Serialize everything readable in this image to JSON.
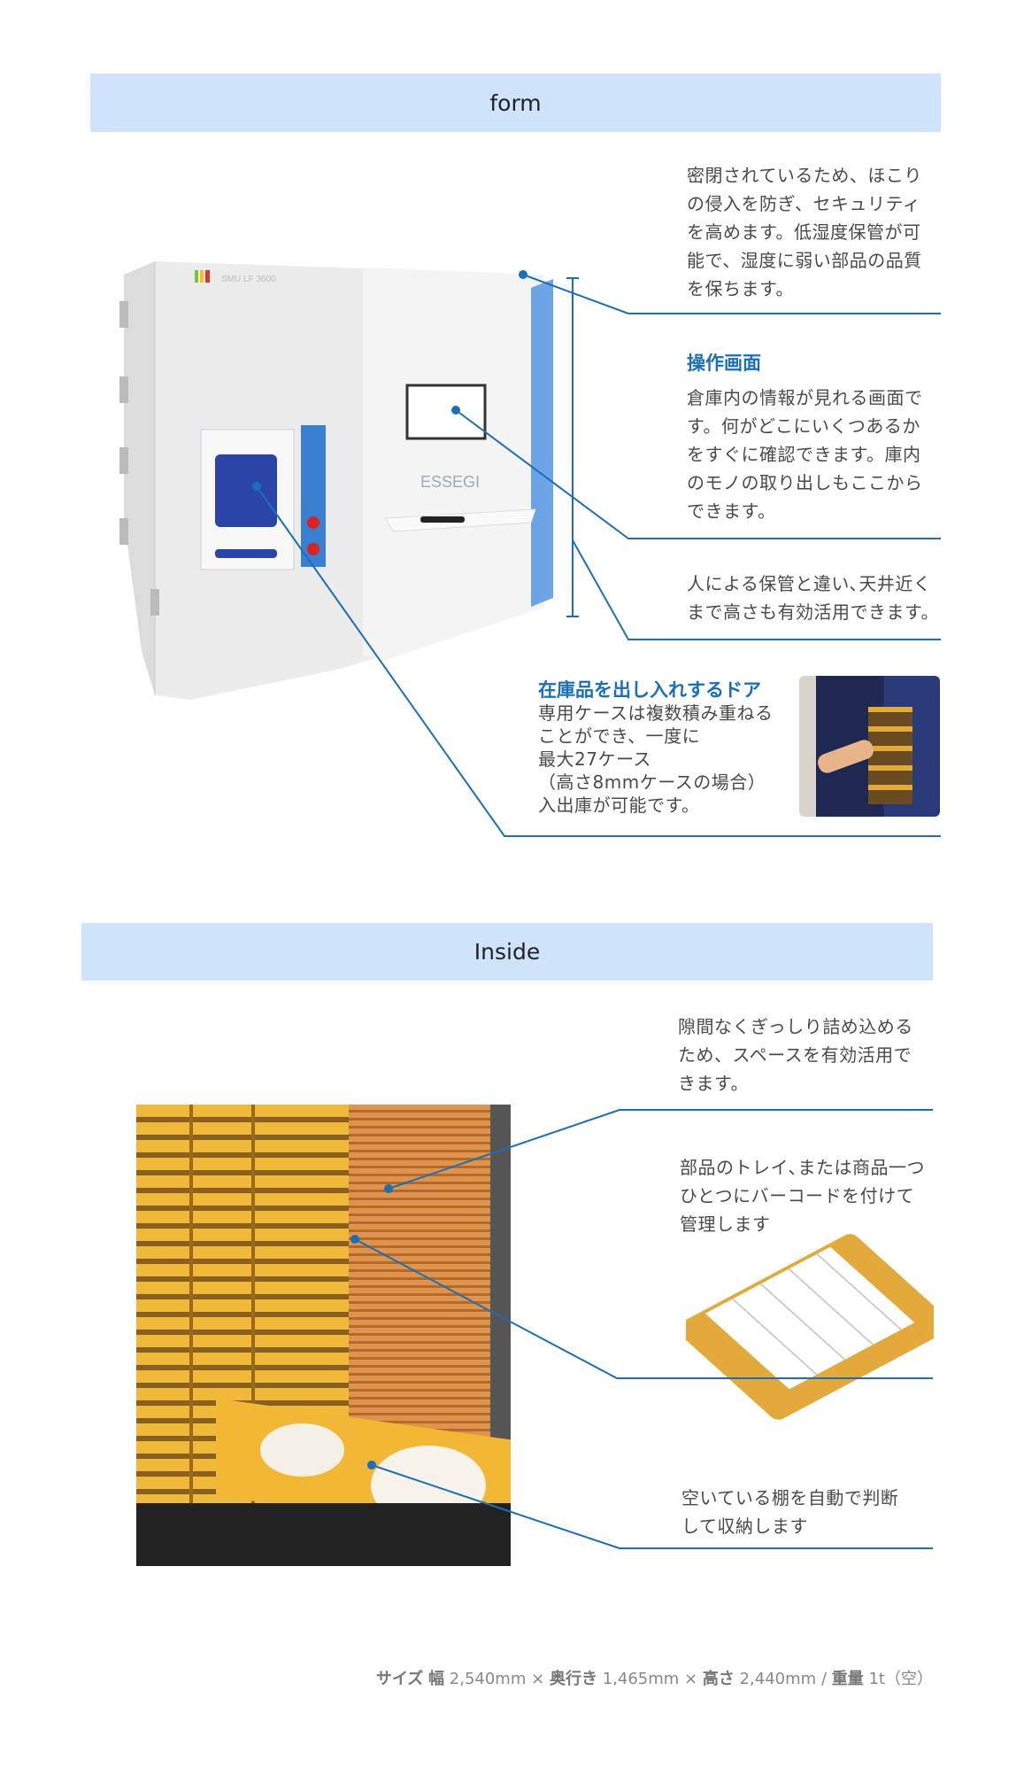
{
  "form_section": {
    "title": "form",
    "sealed_text": [
      "密閉されているため、ほこり",
      "の侵入を防ぎ、セキュリティ",
      "を高めます。低湿度保管が可",
      "能で、湿度に弱い部品の品質",
      "を保ちます。"
    ],
    "screen_heading": "操作画面",
    "screen_text": [
      "倉庫内の情報が見れる画面で",
      "す。何がどこにいくつあるか",
      "をすぐに確認できます。庫内",
      "のモノの取り出しもここから",
      "できます。"
    ],
    "height_text": [
      "人による保管と違い､天井近く",
      "まで高さも有効活用できます。"
    ],
    "door_heading": "在庫品を出し入れするドア",
    "door_text": [
      "専用ケースは複数積み重ねる",
      "ことができ、一度に",
      "最大27ケース",
      "（高さ8mmケースの場合）",
      "入出庫が可能です。"
    ],
    "machine_brand": "ESSEGI",
    "machine_model": "SMU LF 3600"
  },
  "inside_section": {
    "title": "Inside",
    "dense_text": [
      "隙間なくぎっしり詰め込める",
      "ため、スペースを有効活用で",
      "きます。"
    ],
    "barcode_text": [
      "部品のトレイ､または商品一つ",
      "ひとつにバーコードを付けて",
      "管理します"
    ],
    "auto_text": [
      "空いている棚を自動で判断",
      "して収納します"
    ]
  },
  "spec": {
    "size_label": "サイズ",
    "width_label": "幅",
    "width_value": "2,540mm",
    "times1": "×",
    "depth_label": "奥行き",
    "depth_value": "1,465mm",
    "times2": "×",
    "height_label": "高さ",
    "height_value": "2,440mm",
    "sep": "/",
    "weight_label": "重量",
    "weight_value": "1t（空）"
  },
  "colors": {
    "accent": "#1a6fb8",
    "band": "#cfe4fb",
    "tray": "#e3a93a"
  }
}
